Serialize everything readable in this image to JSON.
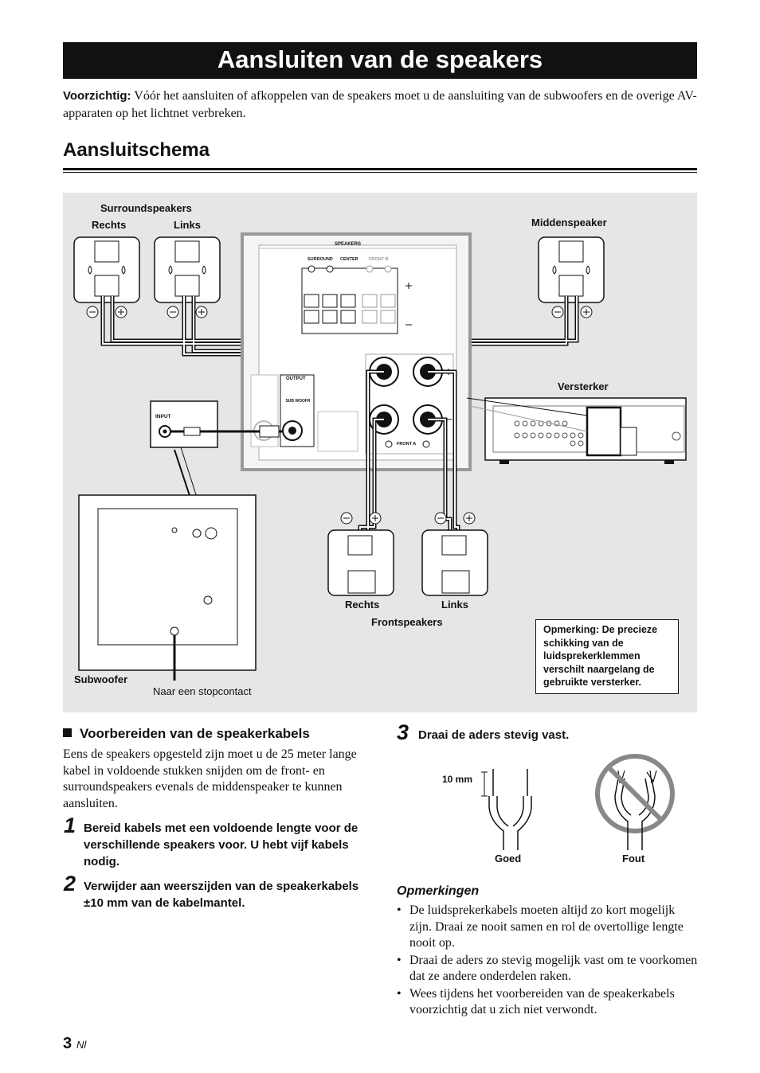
{
  "header": {
    "title": "Aansluiten van de speakers"
  },
  "caution": {
    "label": "Voorzichtig:",
    "text": " Vóór het aansluiten of afkoppelen van de speakers moet u de aansluiting van de subwoofers en de overige AV-apparaten op het lichtnet verbreken."
  },
  "section": {
    "title": "Aansluitschema"
  },
  "diagram": {
    "surround_title": "Surroundspeakers",
    "surround_right": "Rechts",
    "surround_left": "Links",
    "center_title": "Middenspeaker",
    "amplifier": "Versterker",
    "front_right": "Rechts",
    "front_left": "Links",
    "front_title": "Frontspeakers",
    "subwoofer": "Subwoofer",
    "outlet": "Naar een stopcontact",
    "speakers_panel": "SPEAKERS",
    "surround_small": "SURROUND",
    "center_small": "CENTER",
    "front_b_small": "FRONT B",
    "front_a_small": "FRONT A",
    "output_small": "OUTPUT",
    "sub_woofer_small": "SUB WOOFR",
    "input_small": "INPUT",
    "note": "Opmerking: De precieze schikking van de luidsprekerklemmen verschilt naargelang de gebruikte versterker."
  },
  "prep": {
    "heading": "Voorbereiden van de speakerkabels",
    "body": "Eens de speakers opgesteld zijn moet u de 25 meter lange kabel in voldoende stukken snijden om de front- en surroundspeakers evenals de middenspeaker te kunnen aansluiten."
  },
  "steps": [
    {
      "num": "1",
      "text": "Bereid kabels met een voldoende lengte voor de verschillende speakers voor. U hebt vijf kabels nodig."
    },
    {
      "num": "2",
      "text": "Verwijder aan weerszijden van de speakerkabels ±10 mm van de kabelmantel."
    },
    {
      "num": "3",
      "text": "Draai de aders stevig vast."
    }
  ],
  "wire_figure": {
    "measure": "10 mm",
    "good": "Goed",
    "bad": "Fout"
  },
  "notes": {
    "title": "Opmerkingen",
    "items": [
      "De luidsprekerkabels moeten altijd zo kort mogelijk zijn. Draai ze nooit samen en rol de overtollige lengte nooit op.",
      "Draai de aders zo stevig mogelijk vast om te voorkomen dat ze andere onderdelen raken.",
      "Wees tijdens het voorbereiden van de speakerkabels voorzichtig dat u zich niet verwondt."
    ]
  },
  "footer": {
    "page": "3",
    "lang": "Nl"
  }
}
